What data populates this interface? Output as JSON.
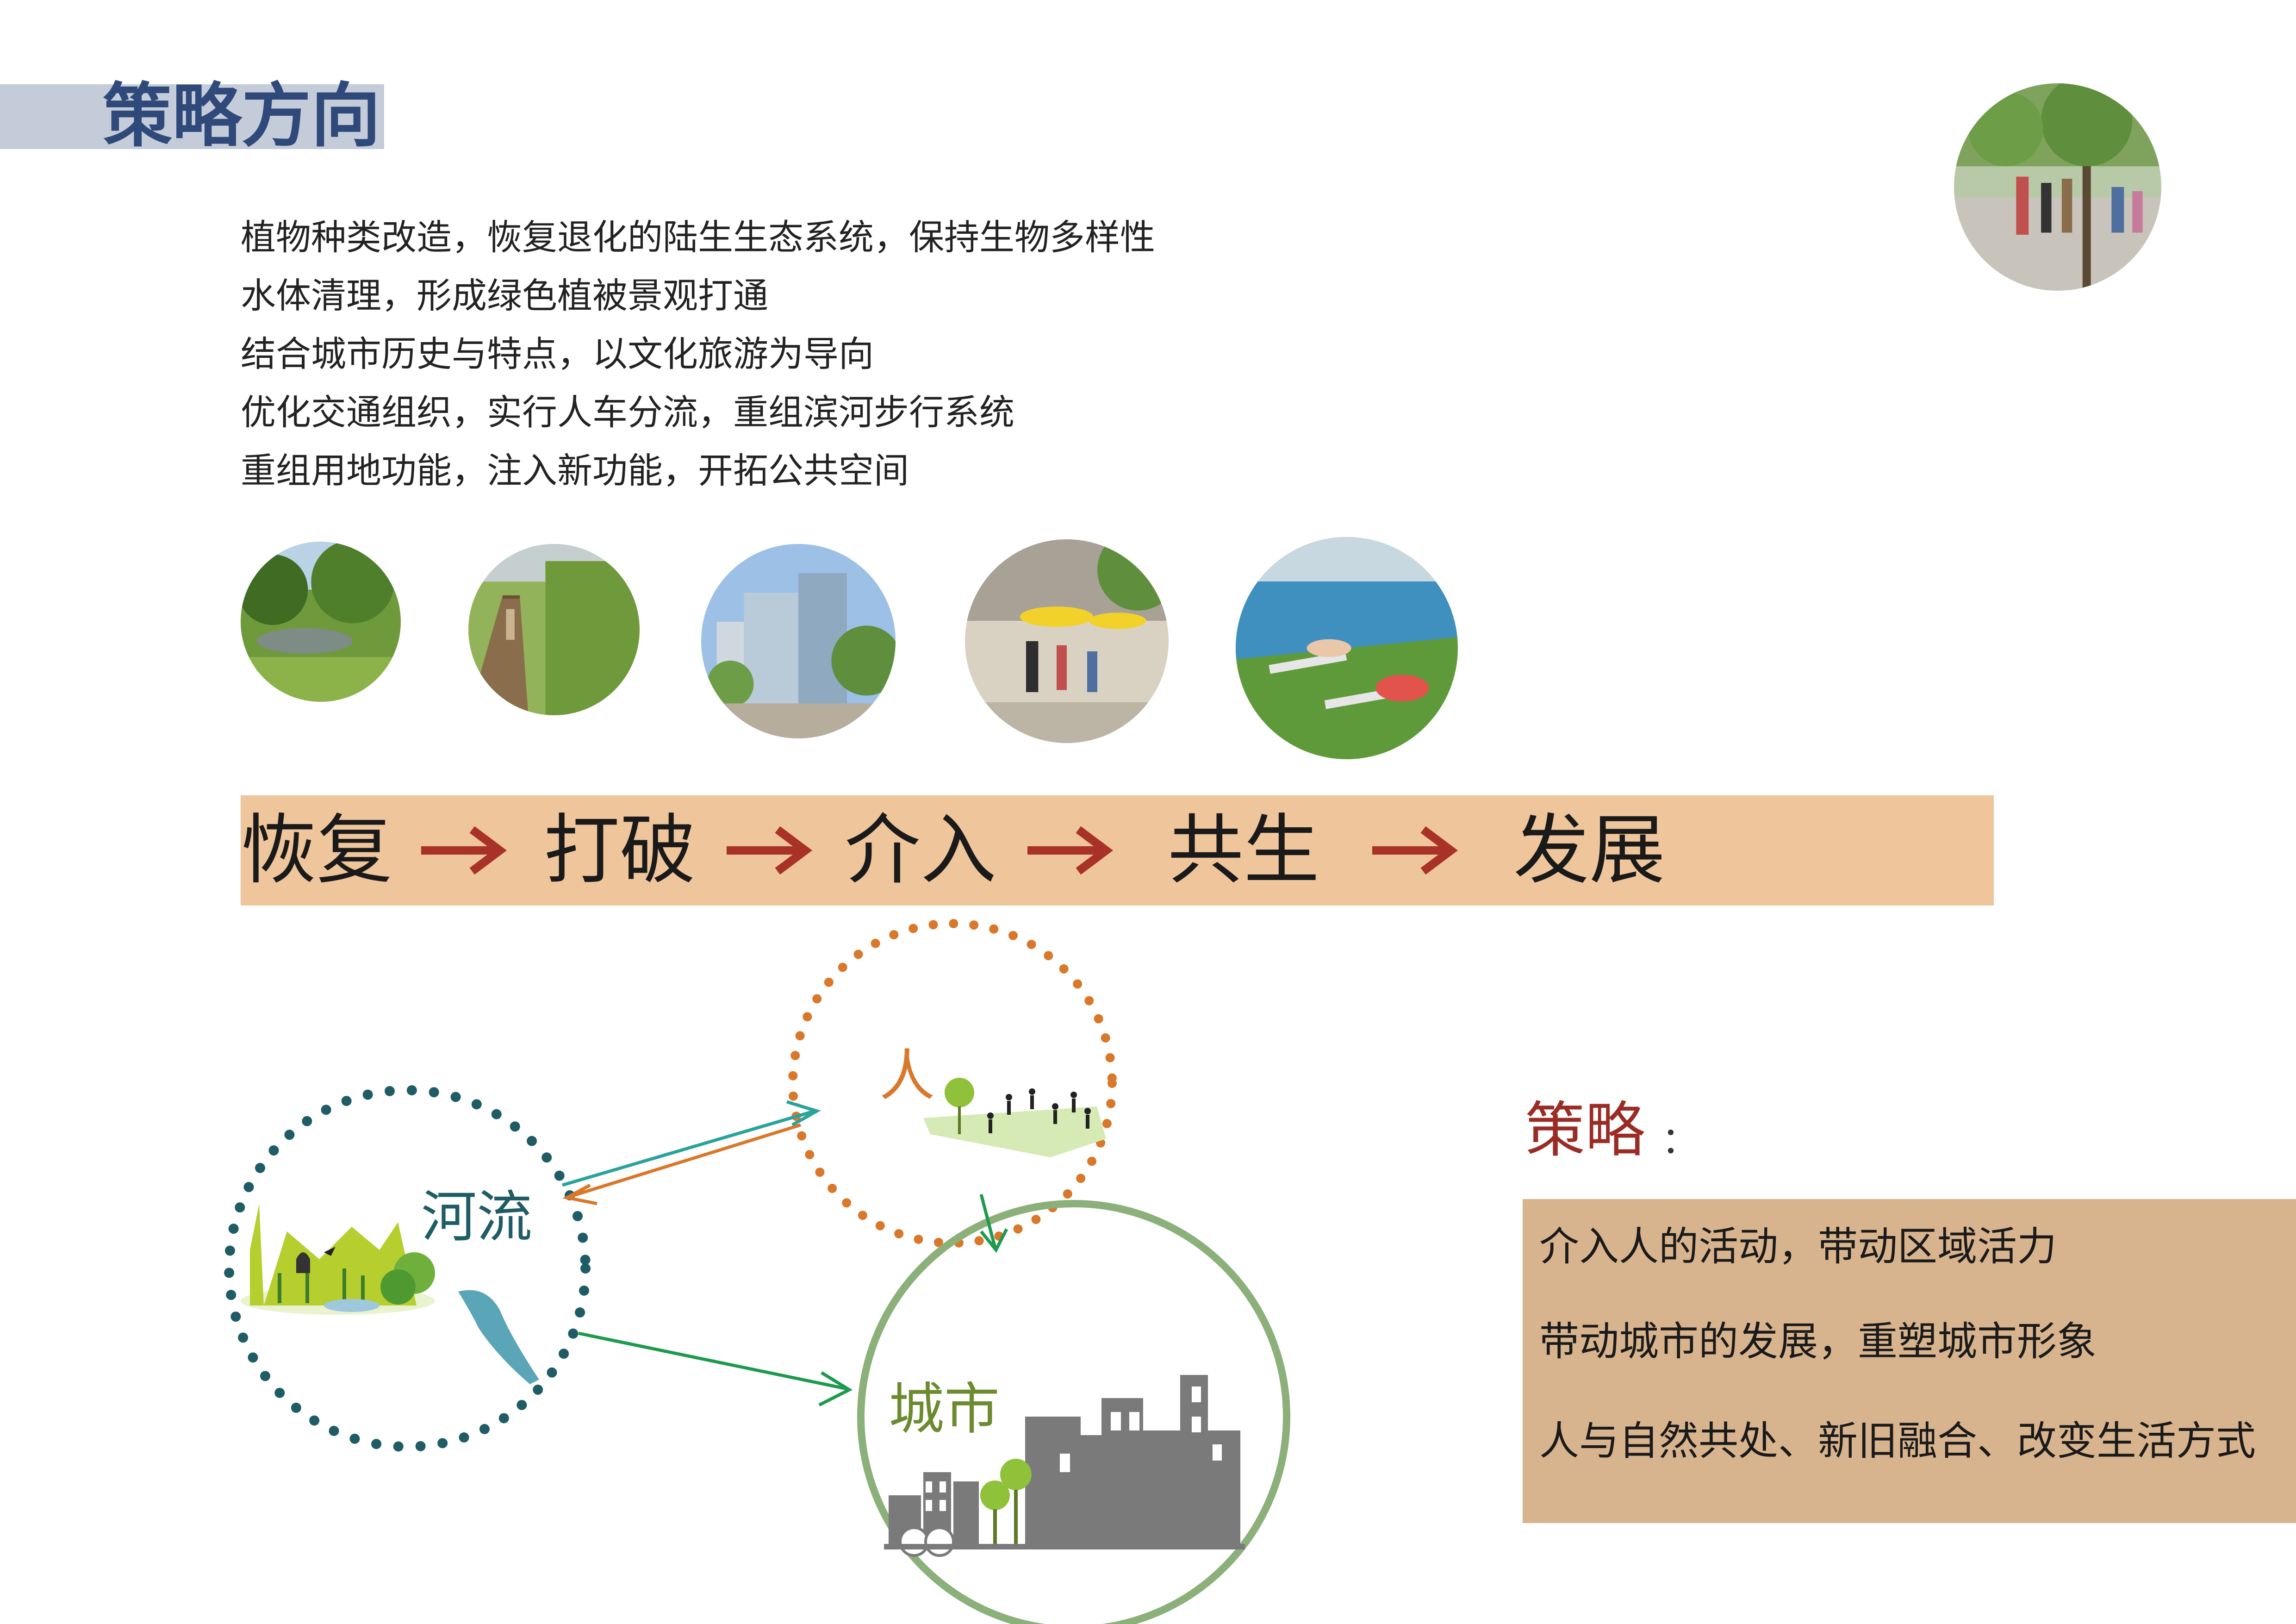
{
  "header": {
    "title": "策略方向"
  },
  "strategy_lines": [
    "植物种类改造，恢复退化的陆生生态系统，保持生物多样性",
    "水体清理，形成绿色植被景观打通",
    "结合城市历史与特点，以文化旅游为导向",
    "优化交通组织，实行人车分流，重组滨河步行系统",
    "重组用地功能，注入新功能，开拓公共空间"
  ],
  "flow": {
    "steps": [
      "恢复",
      "打破",
      "介入",
      "共生",
      "发展"
    ],
    "arrow_color": "#a83227"
  },
  "diagram": {
    "river_label": "河流",
    "people_label": "人",
    "city_label": "城市",
    "colors": {
      "river_ring": "#1f5c66",
      "people_ring": "#d9782a",
      "city_ring": "#8bb07a",
      "teal_arrow": "#2aa39a",
      "orange_arrow": "#d9782a",
      "green_arrow": "#1e9a4e",
      "people_text": "#d9782a",
      "river_text": "#1f5c66",
      "city_text": "#6c8b2f"
    }
  },
  "strategy": {
    "heading": "策略",
    "colon": "：",
    "lines": [
      "介入人的活动，带动区域活力",
      "带动城市的发展，重塑城市形象",
      "人与自然共处、新旧融合、改变生活方式"
    ]
  },
  "photos": [
    {
      "icon": "street-people-photo-icon"
    },
    {
      "icon": "wetland-trees-photo-icon"
    },
    {
      "icon": "boardwalk-reeds-photo-icon"
    },
    {
      "icon": "city-towers-photo-icon"
    },
    {
      "icon": "plaza-cafe-photo-icon"
    },
    {
      "icon": "pool-lawn-photo-icon"
    }
  ]
}
